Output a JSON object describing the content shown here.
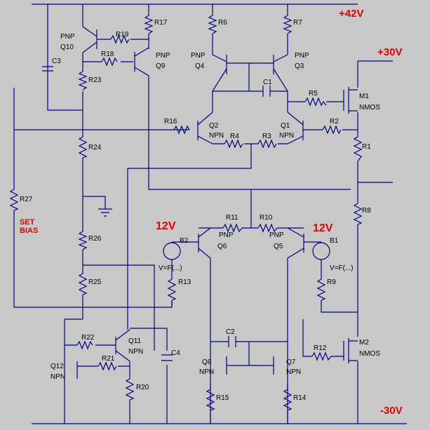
{
  "supplies": {
    "pos42": "+42V",
    "pos30": "+30V",
    "neg30": "-30V",
    "v12_left": "12V",
    "v12_right": "12V"
  },
  "labels": {
    "set_bias_1": "SET",
    "set_bias_2": "BIAS",
    "vf": "V=F(...)"
  },
  "resistors": {
    "r1": "R1",
    "r2": "R2",
    "r3": "R3",
    "r4": "R4",
    "r5": "R5",
    "r6": "R6",
    "r7": "R7",
    "r8": "R8",
    "r9": "R9",
    "r10": "R10",
    "r11": "R11",
    "r12": "R12",
    "r13": "R13",
    "r14": "R14",
    "r15": "R15",
    "r16": "R16",
    "r17": "R17",
    "r18": "R18",
    "r19": "R19",
    "r20": "R20",
    "r21": "R21",
    "r22": "R22",
    "r23": "R23",
    "r24": "R24",
    "r25": "R25",
    "r26": "R26",
    "r27": "R27"
  },
  "capacitors": {
    "c1": "C1",
    "c2": "C2",
    "c3": "C3",
    "c4": "C4"
  },
  "sources": {
    "b1": "B1",
    "b2": "B2"
  },
  "transistors": {
    "q1": {
      "name": "Q1",
      "type": "NPN"
    },
    "q2": {
      "name": "Q2",
      "type": "NPN"
    },
    "q3": {
      "name": "Q3",
      "type": "PNP"
    },
    "q4": {
      "name": "Q4",
      "type": "PNP"
    },
    "q5": {
      "name": "Q5",
      "type": "PNP"
    },
    "q6": {
      "name": "Q6",
      "type": "PNP"
    },
    "q7": {
      "name": "Q7",
      "type": "NPN"
    },
    "q8": {
      "name": "Q8",
      "type": "NPN"
    },
    "q9": {
      "name": "Q9",
      "type": "PNP"
    },
    "q10": {
      "name": "Q10",
      "type": "PNP"
    },
    "q11": {
      "name": "Q11",
      "type": "NPN"
    },
    "q12": {
      "name": "Q12",
      "type": "NPN"
    }
  },
  "mosfets": {
    "m1": {
      "name": "M1",
      "type": "NMOS"
    },
    "m2": {
      "name": "M2",
      "type": "NMOS"
    }
  }
}
